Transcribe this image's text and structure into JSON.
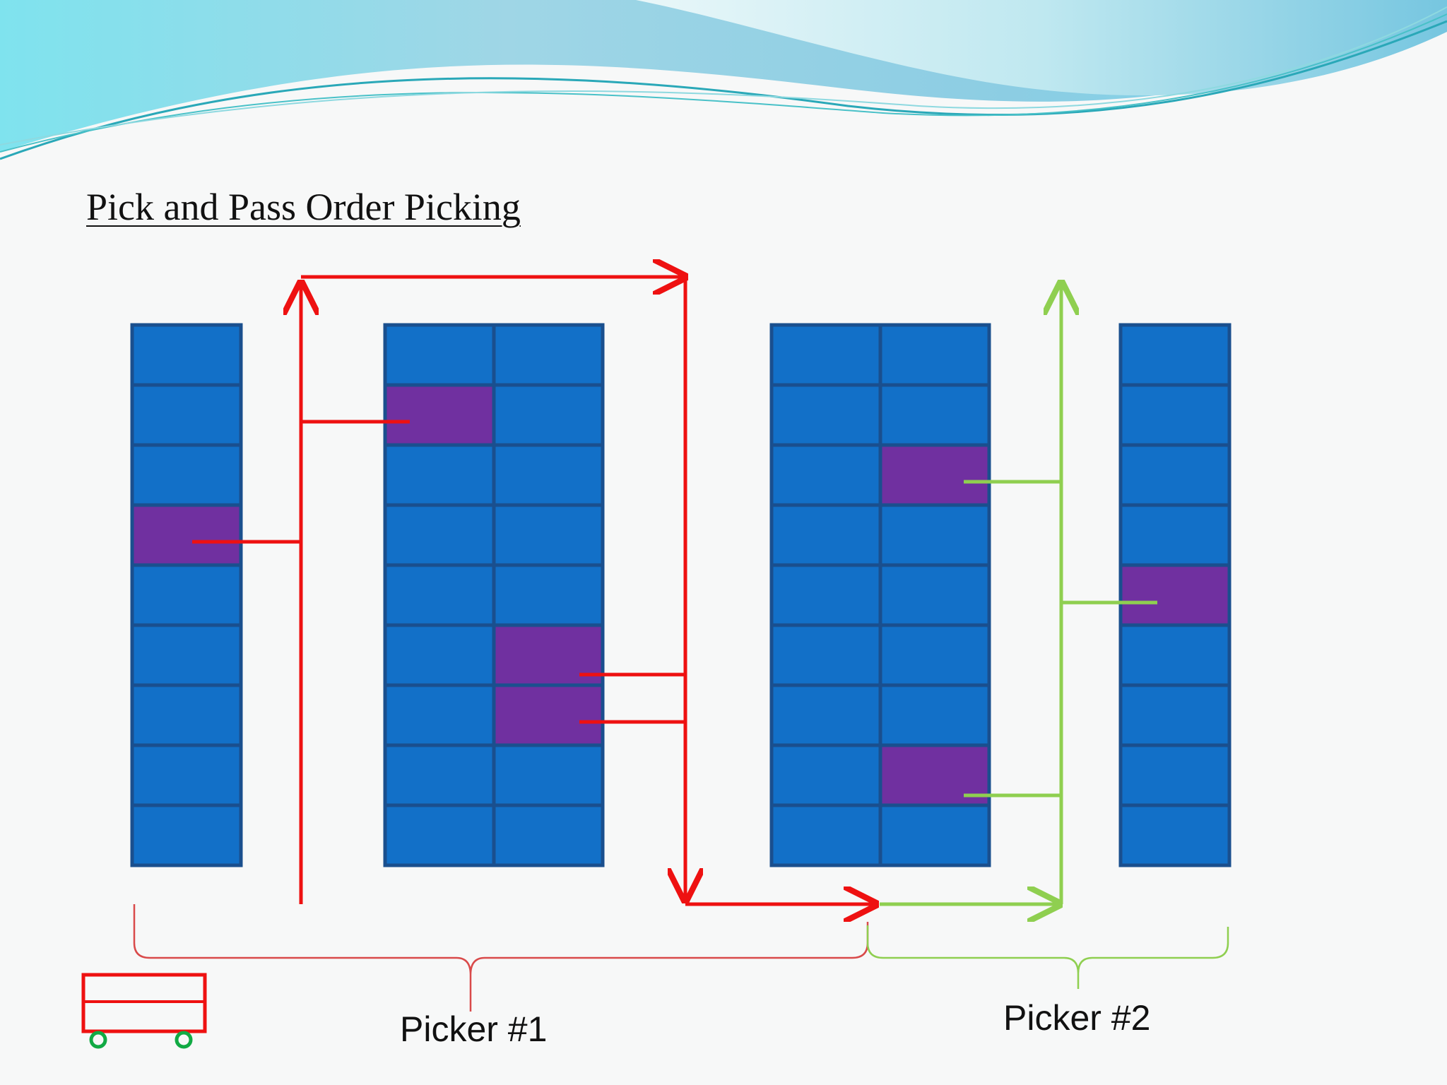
{
  "slide": {
    "title": "Pick and Pass Order Picking"
  },
  "colors": {
    "shelf": "#1270c8",
    "shelf_border": "#1a4f8e",
    "pick_slot": "#7030a0",
    "picker1_path": "#ee1111",
    "picker2_path": "#8fcf50",
    "background": "#f7f8f8"
  },
  "pickers": [
    {
      "id": "picker1",
      "label": "Picker #1",
      "color": "#ee1111"
    },
    {
      "id": "picker2",
      "label": "Picker #2",
      "color": "#8fcf50"
    }
  ],
  "racks": [
    {
      "name": "rack-1",
      "columns": 1,
      "rows": 9,
      "picks": [
        [
          3,
          0
        ]
      ]
    },
    {
      "name": "rack-2",
      "columns": 2,
      "rows": 9,
      "picks": [
        [
          1,
          0
        ],
        [
          5,
          1
        ],
        [
          6,
          1
        ]
      ]
    },
    {
      "name": "rack-3",
      "columns": 2,
      "rows": 9,
      "picks": [
        [
          2,
          1
        ],
        [
          7,
          1
        ]
      ]
    },
    {
      "name": "rack-4",
      "columns": 1,
      "rows": 9,
      "picks": [
        [
          4,
          0
        ]
      ]
    }
  ],
  "icons": {
    "cart": "cart-icon"
  }
}
